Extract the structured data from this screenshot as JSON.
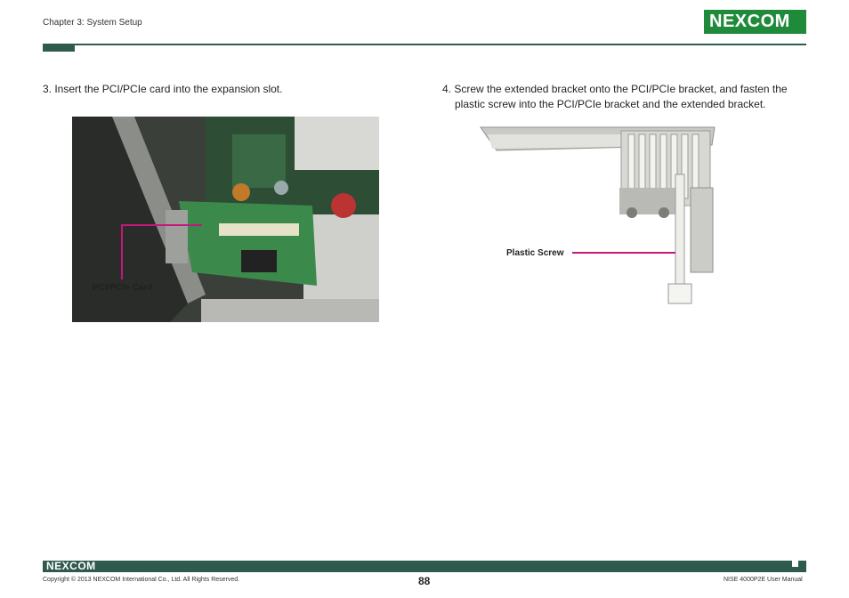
{
  "header": {
    "chapter": "Chapter 3: System Setup",
    "logo_text": "NEXCOM"
  },
  "steps": [
    {
      "text": "3. Insert the PCI/PCIe card into the expansion slot."
    },
    {
      "line1": "4. Screw the extended bracket onto the PCI/PCIe bracket, and fasten the",
      "line2": "plastic screw into the PCI/PCIe bracket and the extended bracket."
    }
  ],
  "figures": {
    "left_callout": "PCI/PCIe Card",
    "right_callout": "Plastic Screw",
    "callout_color": "#c2187e"
  },
  "footer": {
    "logo_text": "NEXCOM",
    "copyright": "Copyright © 2013 NEXCOM International Co., Ltd. All Rights Reserved.",
    "page_number": "88",
    "manual": "NISE 4000P2E User Manual"
  },
  "colors": {
    "brand_green": "#1f8a3a",
    "rule": "#2f5a4e"
  }
}
